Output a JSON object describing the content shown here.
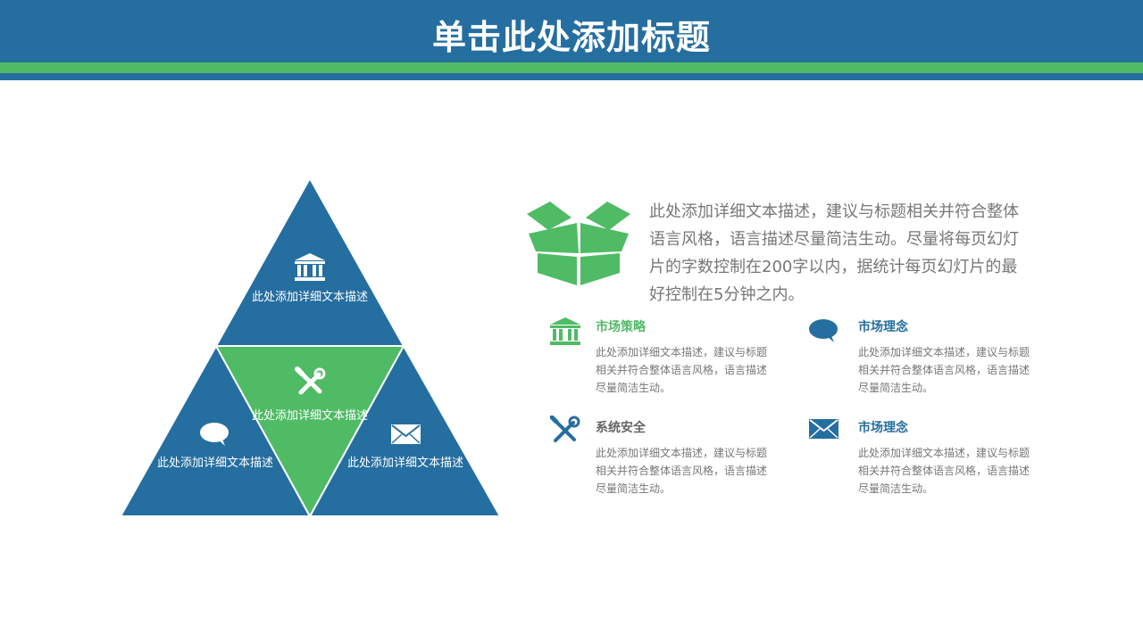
{
  "header": {
    "title": "单击此处添加标题"
  },
  "colors": {
    "blue": "#256ea0",
    "green": "#4fbb65",
    "text_gray": "#777777"
  },
  "pyramid": {
    "top": {
      "icon": "bank-icon",
      "label": "此处添加详细文本描述"
    },
    "center": {
      "icon": "tools-icon",
      "label": "此处添加详细文本描述"
    },
    "left": {
      "icon": "chat-bubble-icon",
      "label": "此处添加详细文本描述"
    },
    "right": {
      "icon": "envelope-icon",
      "label": "此处添加详细文本描述"
    }
  },
  "intro": {
    "icon": "open-box-icon",
    "text": "此处添加详细文本描述，建议与标题相关并符合整体语言风格，语言描述尽量简洁生动。尽量将每页幻灯片的字数控制在200字以内，据统计每页幻灯片的最好控制在5分钟之内。"
  },
  "features": [
    {
      "icon": "bank-icon",
      "title": "市场策略",
      "desc": "此处添加详细文本描述，建议与标题相关并符合整体语言风格，语言描述尽量简洁生动。"
    },
    {
      "icon": "chat-bubble-icon",
      "title": "市场理念",
      "desc": "此处添加详细文本描述，建议与标题相关并符合整体语言风格，语言描述尽量简洁生动。"
    },
    {
      "icon": "tools-icon",
      "title": "系统安全",
      "desc": "此处添加详细文本描述，建议与标题相关并符合整体语言风格，语言描述尽量简洁生动。"
    },
    {
      "icon": "envelope-icon",
      "title": "市场理念",
      "desc": "此处添加详细文本描述，建议与标题相关并符合整体语言风格，语言描述尽量简洁生动。"
    }
  ]
}
